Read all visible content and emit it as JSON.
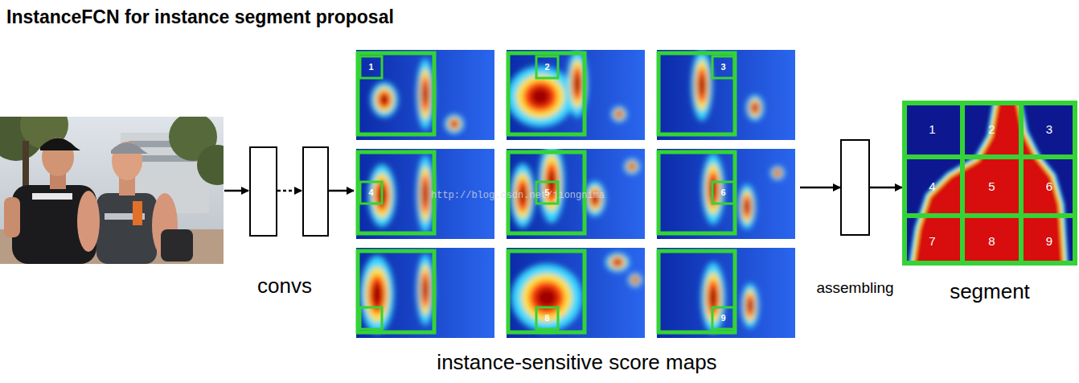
{
  "diagram": {
    "title": "InstanceFCN for instance segment proposal",
    "nodes": [
      {
        "text": [
          "convs"
        ]
      },
      {
        "text": [
          "instance-sensitive score maps"
        ]
      },
      {
        "text": [
          "assembling"
        ]
      },
      {
        "text": [
          "segment"
        ]
      },
      {
        "text": [
          "1"
        ],
        "in": 3
      },
      {
        "text": [
          "2"
        ],
        "in": 3
      },
      {
        "text": [
          "3"
        ],
        "in": 3
      },
      {
        "text": [
          "4"
        ],
        "in": 3
      },
      {
        "text": [
          "5"
        ],
        "in": 3
      },
      {
        "text": [
          "6"
        ],
        "in": 3
      },
      {
        "text": [
          "7"
        ],
        "in": 3
      },
      {
        "text": [
          "8"
        ],
        "in": 3
      },
      {
        "text": [
          "9"
        ],
        "in": 3
      }
    ],
    "edges": [
      {
        "from": 0,
        "to": 1,
        "arrow": "to"
      },
      {
        "from": 1,
        "to": 2,
        "arrow": "to"
      },
      {
        "from": 2,
        "to": 3,
        "arrow": "to"
      }
    ],
    "labels": [
      "1",
      "2",
      "3",
      "4",
      "5",
      "6",
      "8",
      "9",
      "http://blog.csdn.net/jiongnima"
    ]
  }
}
